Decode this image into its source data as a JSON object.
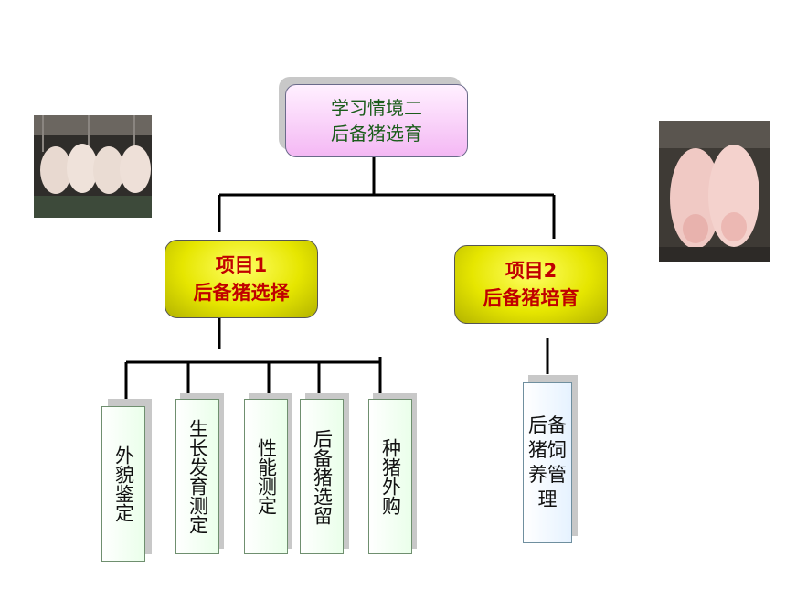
{
  "root": {
    "line1": "学习情境二",
    "line2": "后备猪选育"
  },
  "project1": {
    "line1": "项目1",
    "line2": "后备猪选择"
  },
  "project2": {
    "line1": "项目2",
    "line2": "后备猪培育"
  },
  "project1_items": [
    "外貌鉴定",
    "生长发育测定",
    "性能测定",
    "后备猪选留",
    "种猪外购"
  ],
  "project2_items": [
    "后备猪饲养管理"
  ],
  "colors": {
    "root_fill": "#f4b8f4",
    "root_text": "#1a5c1a",
    "project_fill": "#e6e600",
    "project_text": "#c00000",
    "leaf_fill": "#eaffea",
    "leaf_blue_fill": "#e6f2ff",
    "connector": "#000000"
  }
}
